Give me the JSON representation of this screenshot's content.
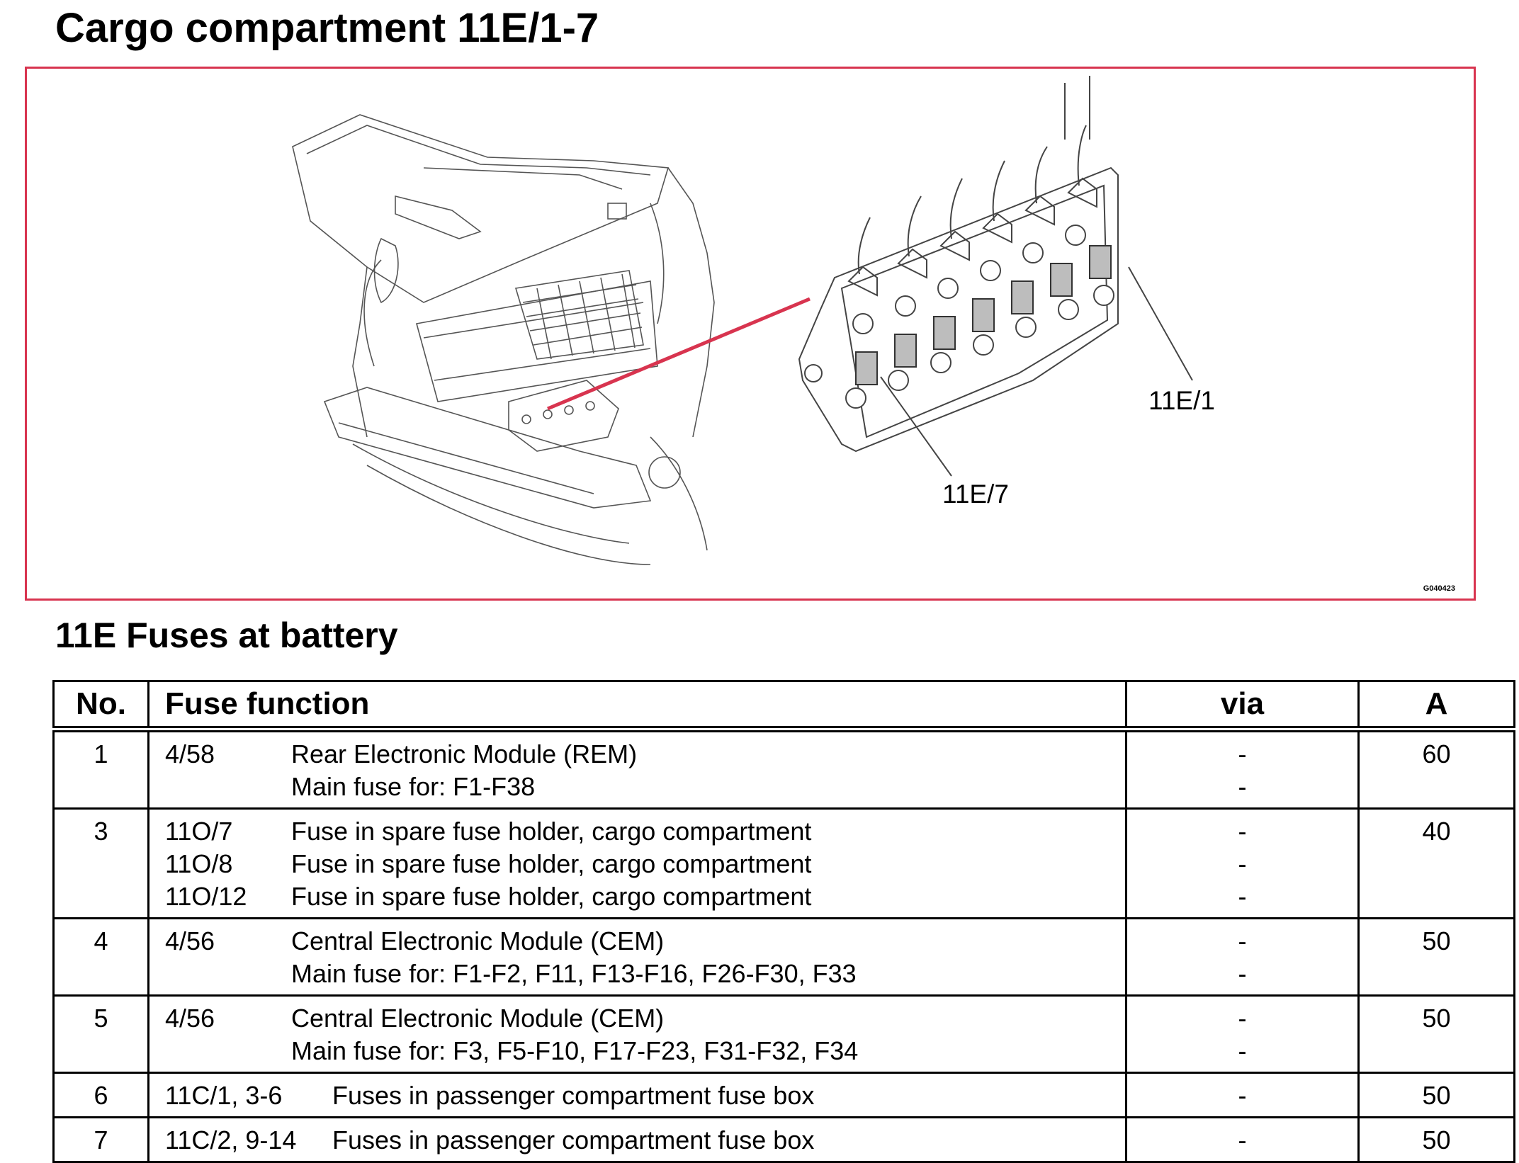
{
  "title": "Cargo compartment 11E/1-7",
  "figure": {
    "callout_top": "11E/1",
    "callout_bottom": "11E/7",
    "code": "G040423",
    "accent_color": "#d8344f"
  },
  "section_title": "11E Fuses at battery",
  "table": {
    "headers": {
      "no": "No.",
      "function": "Fuse function",
      "via": "via",
      "amp": "A"
    },
    "rows": [
      {
        "no": "1",
        "amp": "60",
        "lines": [
          {
            "ref": "4/58",
            "text": "Rear Electronic Module (REM)",
            "via": "-"
          },
          {
            "ref": "",
            "text": "Main fuse for: F1-F38",
            "via": "-"
          }
        ]
      },
      {
        "no": "3",
        "amp": "40",
        "lines": [
          {
            "ref": "11O/7",
            "text": "Fuse in spare fuse holder, cargo compartment",
            "via": "-"
          },
          {
            "ref": "11O/8",
            "text": "Fuse in spare fuse holder, cargo compartment",
            "via": "-"
          },
          {
            "ref": "11O/12",
            "text": "Fuse in spare fuse holder, cargo compartment",
            "via": "-"
          }
        ]
      },
      {
        "no": "4",
        "amp": "50",
        "lines": [
          {
            "ref": "4/56",
            "text": "Central Electronic Module (CEM)",
            "via": "-"
          },
          {
            "ref": "",
            "text": "Main fuse for: F1-F2, F11, F13-F16, F26-F30, F33",
            "via": "-"
          }
        ]
      },
      {
        "no": "5",
        "amp": "50",
        "lines": [
          {
            "ref": "4/56",
            "text": "Central Electronic Module (CEM)",
            "via": "-"
          },
          {
            "ref": "",
            "text": "Main fuse for: F3, F5-F10, F17-F23, F31-F32, F34",
            "via": "-"
          }
        ]
      },
      {
        "no": "6",
        "amp": "50",
        "lines": [
          {
            "ref": "11C/1, 3-6",
            "text": "Fuses in passenger compartment fuse box",
            "via": "-"
          }
        ]
      },
      {
        "no": "7",
        "amp": "50",
        "lines": [
          {
            "ref": "11C/2, 9-14",
            "text": "Fuses in passenger compartment fuse box",
            "via": "-"
          }
        ]
      }
    ]
  }
}
